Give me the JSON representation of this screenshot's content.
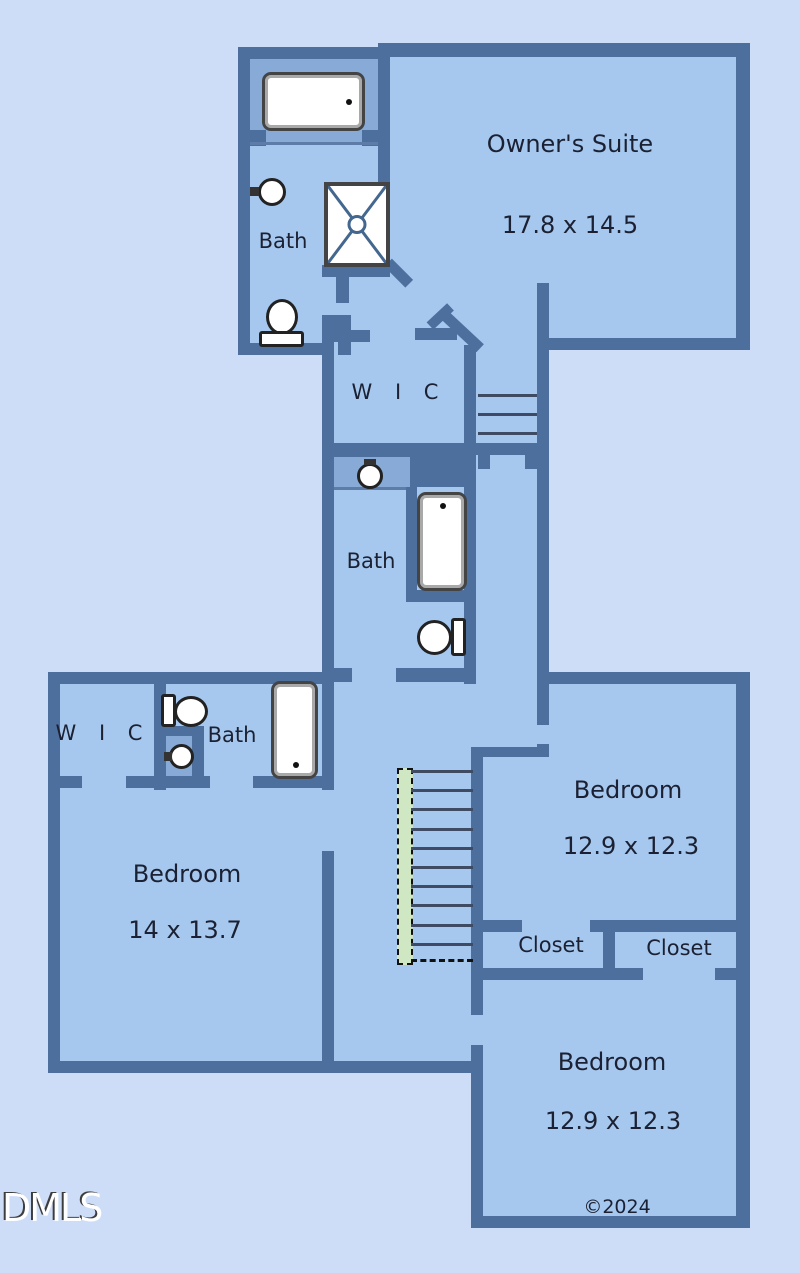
{
  "floorplan": {
    "watermark": "DMLS",
    "copyright": "©2024",
    "rooms": {
      "owners_suite": {
        "name": "Owner's Suite",
        "dims": "17.8 x 14.5"
      },
      "bath_top": {
        "name": "Bath"
      },
      "wic_mid": {
        "name": "W I C"
      },
      "bath_mid": {
        "name": "Bath"
      },
      "wic_left": {
        "name": "W I C"
      },
      "bath_left": {
        "name": "Bath"
      },
      "bedroom_left": {
        "name": "Bedroom",
        "dims": "14 x 13.7"
      },
      "bedroom_right": {
        "name": "Bedroom",
        "dims": "12.9 x 12.3"
      },
      "closet_left": {
        "name": "Closet"
      },
      "closet_right": {
        "name": "Closet"
      },
      "bedroom_bottom": {
        "name": "Bedroom",
        "dims": "12.9 x 12.3"
      }
    },
    "fixtures": [
      "bathtub",
      "shower",
      "toilet",
      "sink"
    ],
    "stairs": {
      "treads_upper": 3,
      "treads_lower": 10
    },
    "colors": {
      "background": "#cdddf8",
      "room_fill": "#a6c8ee",
      "alcove_fill": "#87abd6",
      "wall": "#4d6f9e",
      "stair_green": "#cfe7c3"
    }
  }
}
